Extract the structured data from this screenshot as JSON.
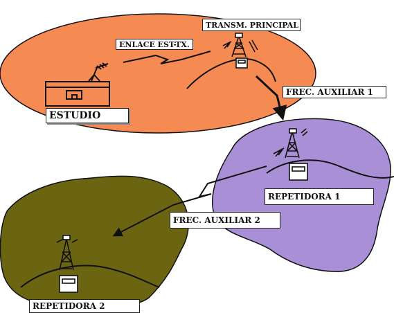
{
  "labels": {
    "transmisor": "TRANSM. PRINCIPAL",
    "enlace": "ENLACE EST-TX.",
    "estudio": "ESTUDIO",
    "frec_aux_1": "FREC. AUXILIAR 1",
    "repetidora_1": "REPETIDORA 1",
    "frec_aux_2": "FREC. AUXILIAR 2",
    "repetidora_2": "REPETIDORA 2"
  },
  "colors": {
    "zone_main": "#f58a52",
    "zone_rep1": "#a98fd6",
    "zone_rep2": "#6b6410",
    "outline": "#111111"
  },
  "icons": [
    "studio-building-icon",
    "tower-icon",
    "transmitter-box-icon",
    "antenna-icon"
  ]
}
